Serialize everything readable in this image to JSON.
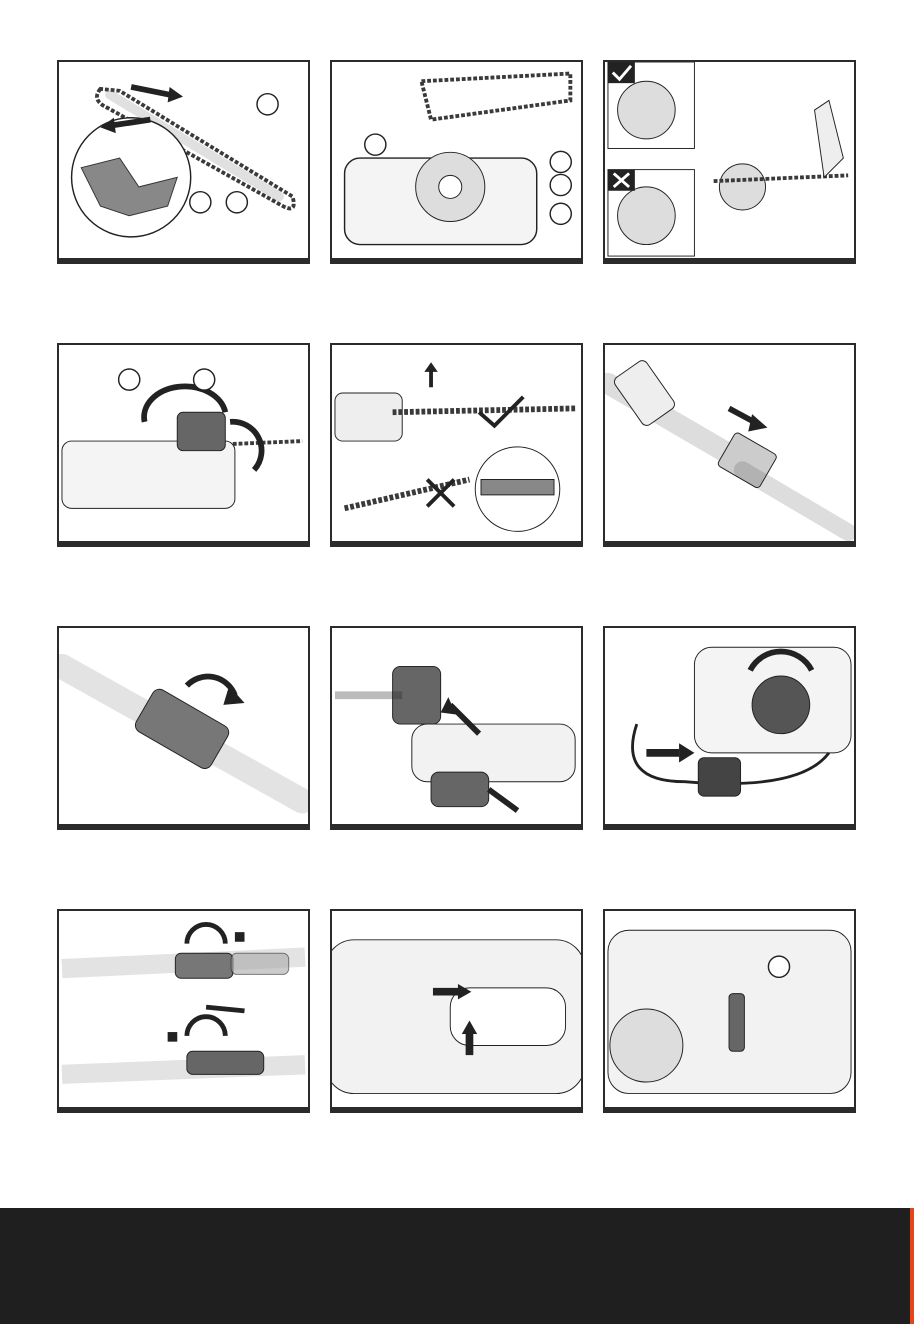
{
  "page": {
    "panels": [
      {
        "id": "p1",
        "row": 1,
        "col": 1,
        "name": "chain-on-bar-panel"
      },
      {
        "id": "p2",
        "row": 1,
        "col": 2,
        "name": "chain-fit-sprocket-panel"
      },
      {
        "id": "p3",
        "row": 1,
        "col": 3,
        "name": "tension-check-panel"
      },
      {
        "id": "p4",
        "row": 2,
        "col": 1,
        "name": "tighten-knob-panel"
      },
      {
        "id": "p5",
        "row": 2,
        "col": 2,
        "name": "chain-tension-lift-panel"
      },
      {
        "id": "p6",
        "row": 2,
        "col": 3,
        "name": "pole-separate-panel"
      },
      {
        "id": "p7",
        "row": 3,
        "col": 1,
        "name": "pole-tighten-panel"
      },
      {
        "id": "p8",
        "row": 3,
        "col": 2,
        "name": "cover-attach-panel"
      },
      {
        "id": "p9",
        "row": 3,
        "col": 3,
        "name": "oil-cap-cord-panel"
      },
      {
        "id": "p10",
        "row": 4,
        "col": 1,
        "name": "pole-lock-lever-panel"
      },
      {
        "id": "p11",
        "row": 4,
        "col": 2,
        "name": "switch-lock-panel"
      },
      {
        "id": "p12",
        "row": 4,
        "col": 3,
        "name": "oil-window-panel"
      }
    ]
  },
  "colors": {
    "frame": "#2b2b2b",
    "footer": "#1f1f1f",
    "accent": "#e2471c",
    "arrow": "#2a2a2a",
    "chain": "#3a3a3a"
  },
  "icons": {
    "check": "check-icon",
    "cross": "cross-icon",
    "unlock": "unlock-icon",
    "lock": "lock-icon"
  }
}
